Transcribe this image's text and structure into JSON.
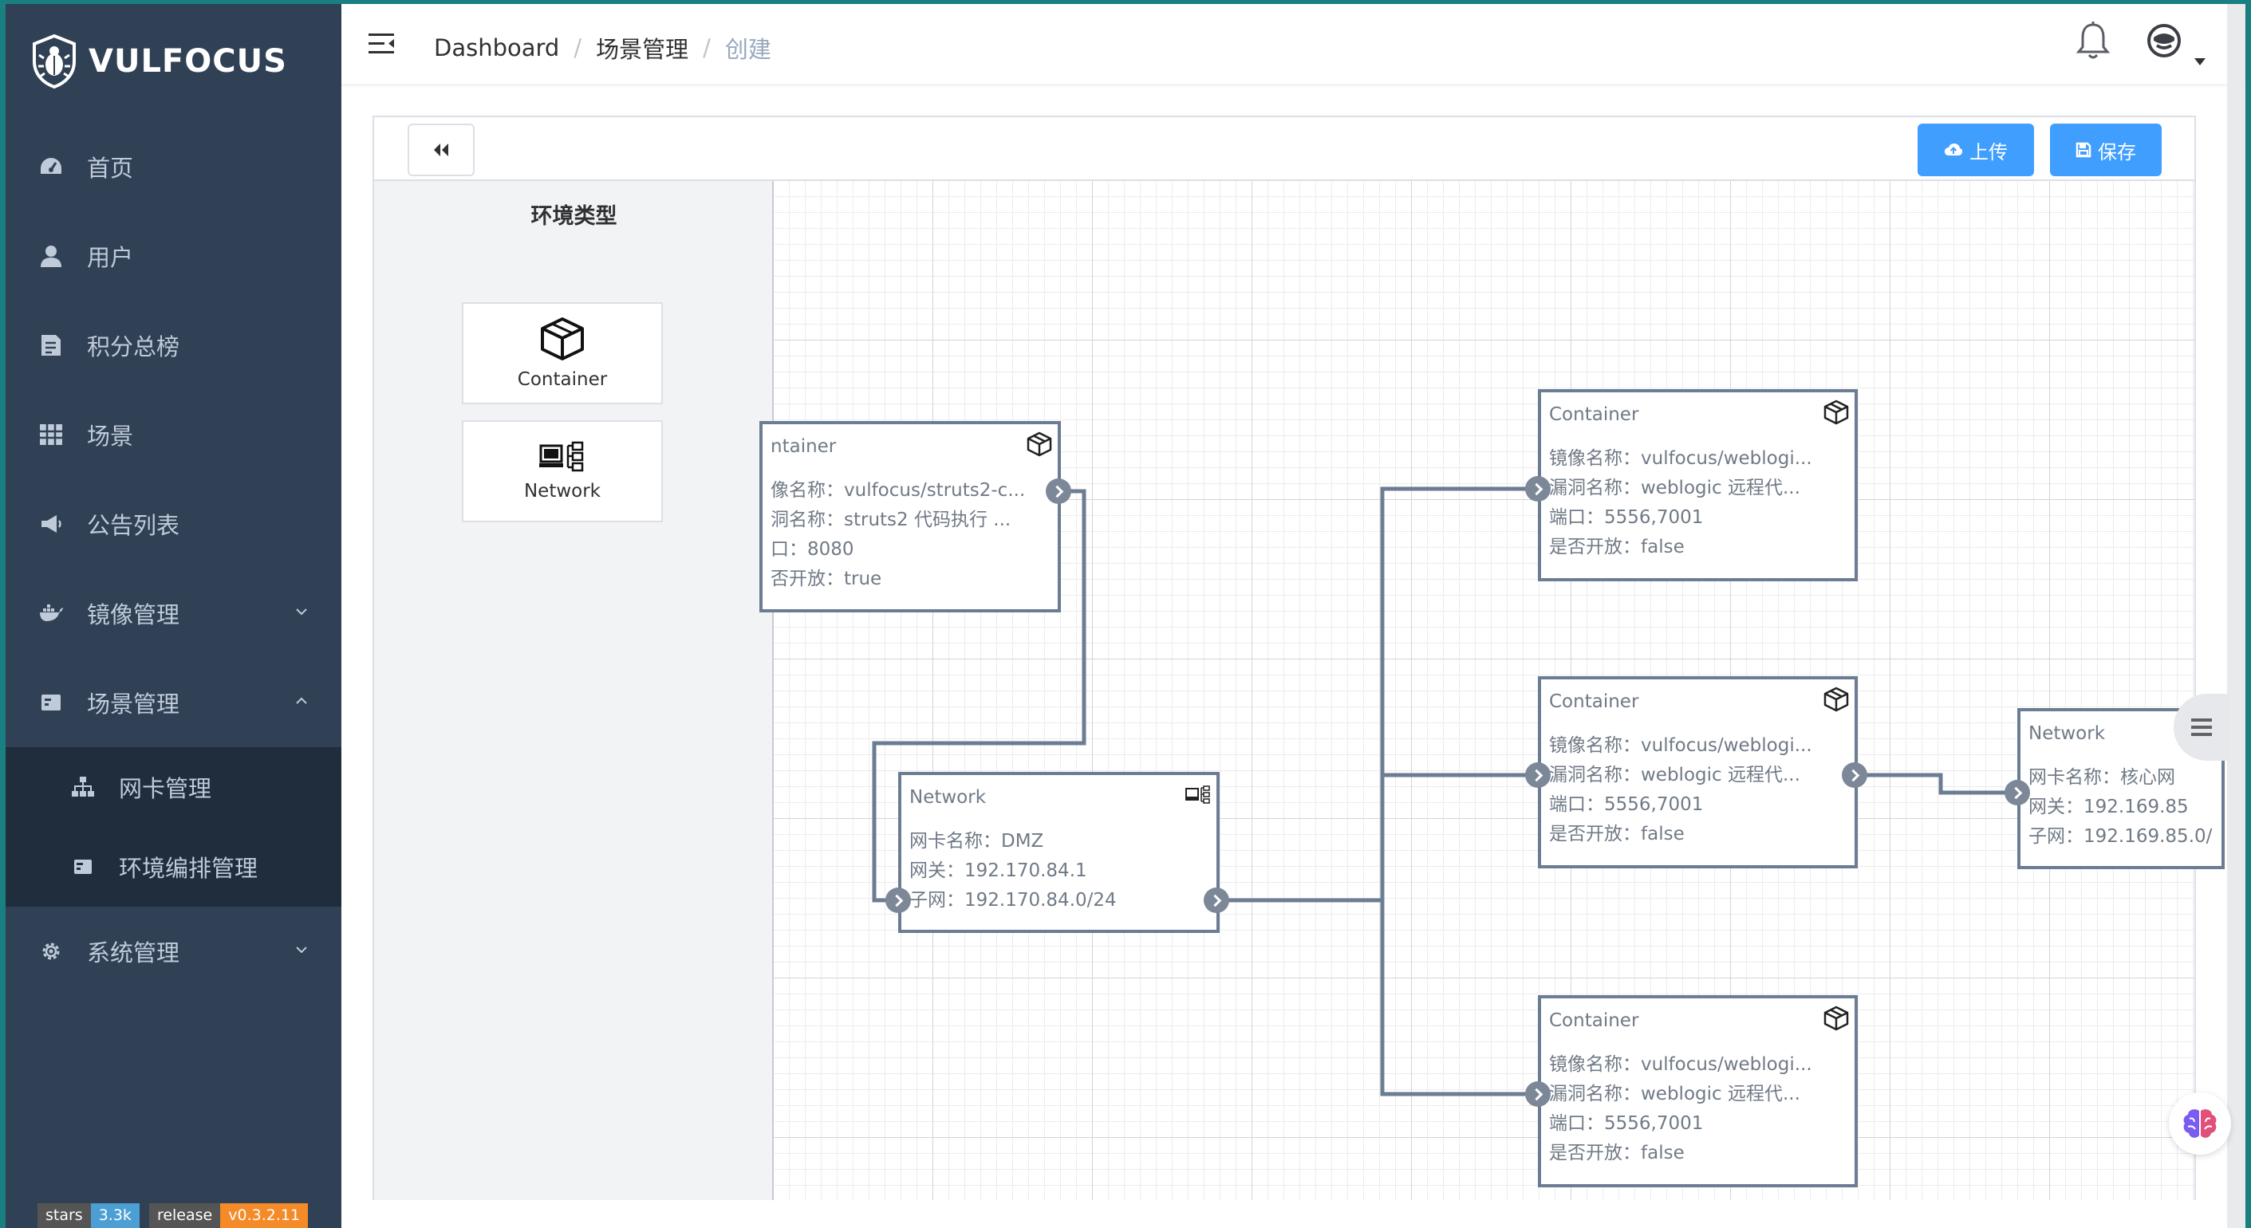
{
  "app": {
    "logo_text": "VULFOCUS"
  },
  "sidebar": {
    "items": [
      {
        "label": "首页",
        "icon": "dashboard-icon"
      },
      {
        "label": "用户",
        "icon": "user-icon"
      },
      {
        "label": "积分总榜",
        "icon": "document-icon"
      },
      {
        "label": "场景",
        "icon": "table-icon"
      },
      {
        "label": "公告列表",
        "icon": "megaphone-icon"
      },
      {
        "label": "镜像管理",
        "icon": "docker-icon",
        "expandable": true
      },
      {
        "label": "场景管理",
        "icon": "scene-icon",
        "expandable": true,
        "expanded": true
      },
      {
        "label": "网卡管理",
        "icon": "network-tree-icon",
        "sub": true
      },
      {
        "label": "环境编排管理",
        "icon": "layout-icon",
        "sub": true
      },
      {
        "label": "系统管理",
        "icon": "gear-icon",
        "expandable": true
      }
    ],
    "badges": [
      {
        "key": "stars",
        "value": "3.3k",
        "color": "#4c9fd3"
      },
      {
        "key": "release",
        "value": "v0.3.2.11",
        "color": "#f58a28"
      }
    ]
  },
  "header": {
    "breadcrumb": [
      "Dashboard",
      "场景管理",
      "创建"
    ]
  },
  "toolbar": {
    "upload_label": "上传",
    "save_label": "保存"
  },
  "palette": {
    "title": "环境类型",
    "items": [
      {
        "label": "Container",
        "icon": "cube-icon"
      },
      {
        "label": "Network",
        "icon": "network-icon"
      }
    ]
  },
  "canvas": {
    "nodes": [
      {
        "id": "c1",
        "type": "Container",
        "title": "ntainer",
        "lines": [
          "像名称：vulfocus/struts2-c...",
          "洞名称：struts2 代码执行 ...",
          "口：8080",
          "否开放：true"
        ]
      },
      {
        "id": "n1",
        "type": "Network",
        "title": "Network",
        "lines": [
          "网卡名称：DMZ",
          "网关：192.170.84.1",
          "子网：192.170.84.0/24"
        ]
      },
      {
        "id": "c2",
        "type": "Container",
        "title": "Container",
        "lines": [
          "镜像名称：vulfocus/weblogi...",
          "漏洞名称：weblogic 远程代...",
          "端口：5556,7001",
          "是否开放：false"
        ]
      },
      {
        "id": "c3",
        "type": "Container",
        "title": "Container",
        "lines": [
          "镜像名称：vulfocus/weblogi...",
          "漏洞名称：weblogic 远程代...",
          "端口：5556,7001",
          "是否开放：false"
        ]
      },
      {
        "id": "c4",
        "type": "Container",
        "title": "Container",
        "lines": [
          "镜像名称：vulfocus/weblogi...",
          "漏洞名称：weblogic 远程代...",
          "端口：5556,7001",
          "是否开放：false"
        ]
      },
      {
        "id": "n2",
        "type": "Network",
        "title": "Network",
        "lines": [
          "网卡名称：核心网",
          "网关：192.169.85",
          "子网：192.169.85.0/"
        ]
      }
    ]
  },
  "colors": {
    "sidebar_bg": "#304156",
    "primary": "#409eff",
    "edge": "#6b7c93"
  }
}
